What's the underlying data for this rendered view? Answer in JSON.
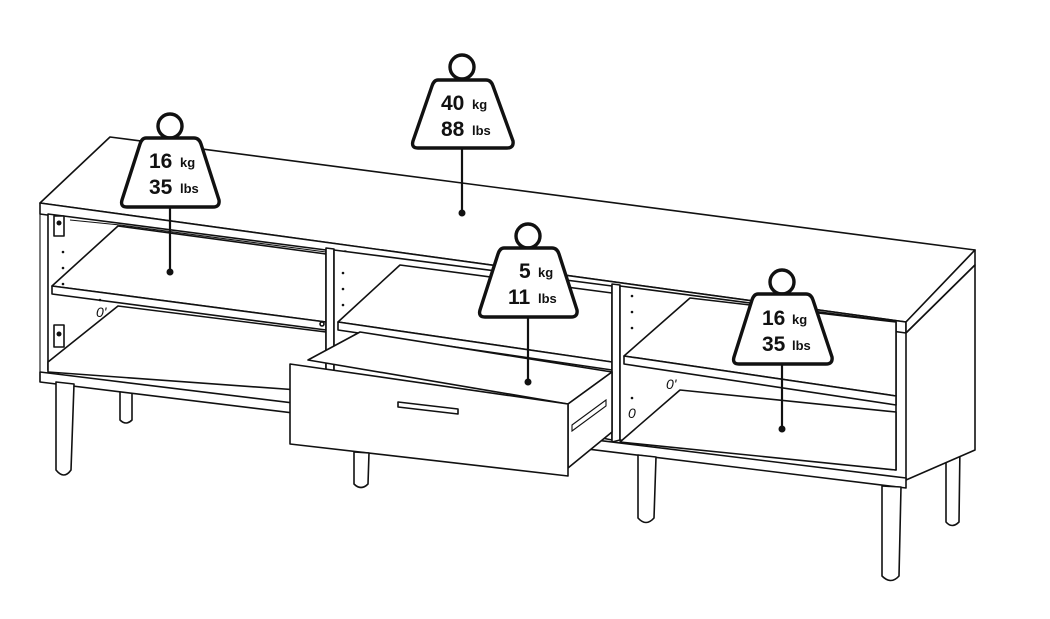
{
  "load_labels": [
    {
      "id": "top",
      "weight_kg": "40",
      "kg_unit": "kg",
      "weight_lbs": "88",
      "lbs_unit": "lbs"
    },
    {
      "id": "left-shelf",
      "weight_kg": "16",
      "kg_unit": "kg",
      "weight_lbs": "35",
      "lbs_unit": "lbs"
    },
    {
      "id": "drawer",
      "weight_kg": "5",
      "kg_unit": "kg",
      "weight_lbs": "11",
      "lbs_unit": "lbs"
    },
    {
      "id": "right-shelf",
      "weight_kg": "16",
      "kg_unit": "kg",
      "weight_lbs": "35",
      "lbs_unit": "lbs"
    }
  ]
}
